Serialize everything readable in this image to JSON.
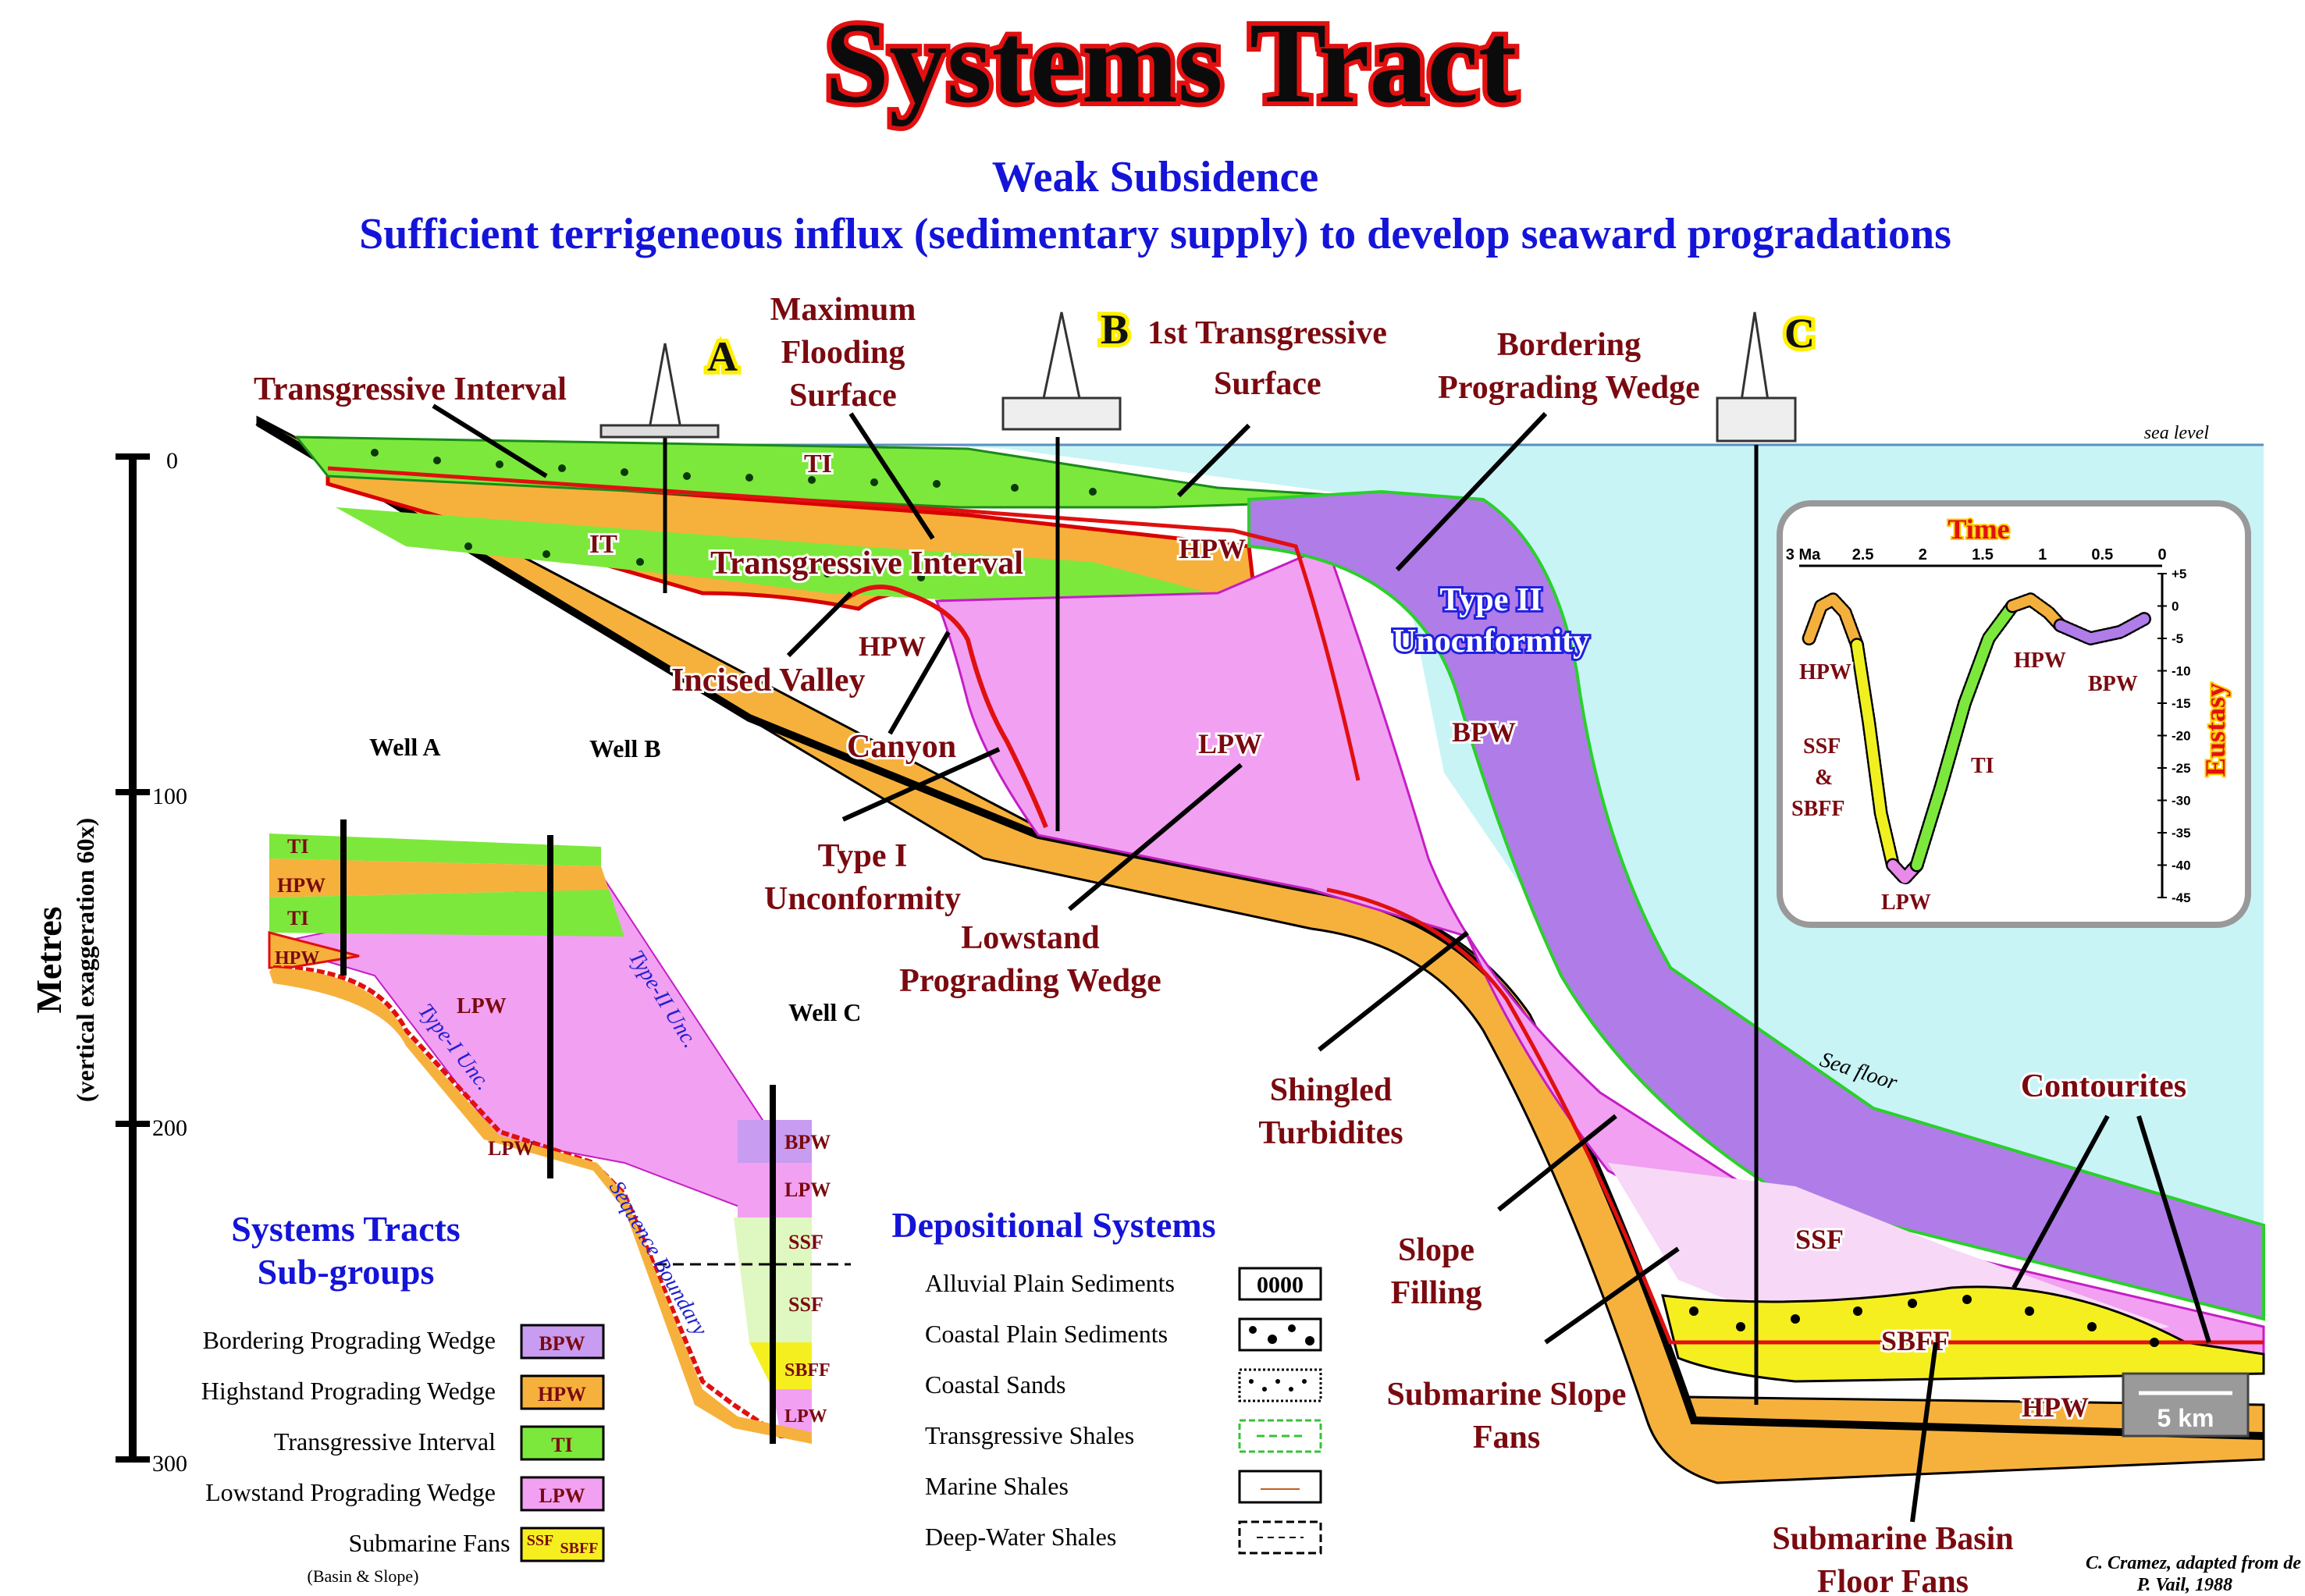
{
  "title": "Systems Tract",
  "subtitle_1": "Weak Subsidence",
  "subtitle_2": "Sufficient terrigeneous influx (sedimentary supply) to develop seaward progradations",
  "wells": {
    "a": "A",
    "b": "B",
    "c": "C"
  },
  "sea_level_label": "sea level",
  "sea_floor_label": "Sea floor",
  "axis": {
    "title": "Metres",
    "subtitle": "(vertical exaggeration  60x)",
    "ticks": [
      "0",
      "100",
      "200",
      "300"
    ]
  },
  "callouts": {
    "transgressive_interval_top": "Transgressive Interval",
    "mfs_1": "Maximum",
    "mfs_2": "Flooding",
    "mfs_3": "Surface",
    "first_ts_1": "1st  Transgressive",
    "first_ts_2": "Surface",
    "bpw_1": "Bordering",
    "bpw_2": "Prograding Wedge",
    "transgressive_interval_mid": "Transgressive Interval",
    "incised_valley": "Incised Valley",
    "canyon": "Canyon",
    "type1_1": "Type I",
    "type1_2": "Unconformity",
    "lpw_1": "Lowstand",
    "lpw_2": "Prograding Wedge",
    "type2_1": "Type II",
    "type2_2": "Unocnformity",
    "shingled_1": "Shingled",
    "shingled_2": "Turbidites",
    "slope_filling_1": "Slope",
    "slope_filling_2": "Filling",
    "ssf_1": "Submarine Slope",
    "ssf_2": "Fans",
    "contourites": "Contourites",
    "sbff_1": "Submarine Basin",
    "sbff_2": "Floor Fans"
  },
  "unit_labels": {
    "ti_top": "TI",
    "it": "IT",
    "hpw_top": "HPW",
    "hpw_mid": "HPW",
    "lpw": "LPW",
    "bpw": "BPW",
    "ssf": "SSF",
    "sbff": "SBFF",
    "hpw_basin": "HPW"
  },
  "scale_bar": "5 km",
  "credit_1": "C. Cramez, adapted from de",
  "credit_2": "P. Vail, 1988",
  "inset_chart": {
    "title": "Time",
    "ylabel": "Eustasy",
    "x_ticks": [
      "3 Ma",
      "2.5",
      "2",
      "1.5",
      "1",
      "0.5",
      "0"
    ],
    "y_ticks": [
      "+5",
      "0",
      "-5",
      "-10",
      "-15",
      "-20",
      "-25",
      "-30",
      "-35",
      "-40",
      "-45"
    ],
    "labels": {
      "hpw_left": "HPW",
      "ssf": "SSF",
      "amp": "&",
      "sbff": "SBFF",
      "lpw": "LPW",
      "ti": "TI",
      "hpw_right": "HPW",
      "bpw": "BPW"
    }
  },
  "chart_data": {
    "type": "line",
    "title": "Time",
    "xlabel": "",
    "ylabel": "Eustasy",
    "xlim": [
      3,
      0
    ],
    "ylim": [
      -45,
      5
    ],
    "series": [
      {
        "name": "HPW",
        "x": [
          2.95,
          2.85,
          2.75,
          2.65,
          2.55
        ],
        "y": [
          -5,
          0,
          1,
          -1,
          -6
        ],
        "color": "#f4b03c"
      },
      {
        "name": "SSF & SBFF",
        "x": [
          2.55,
          2.45,
          2.35,
          2.25
        ],
        "y": [
          -6,
          -18,
          -32,
          -40
        ],
        "color": "#f0f020"
      },
      {
        "name": "LPW",
        "x": [
          2.25,
          2.15,
          2.05
        ],
        "y": [
          -40,
          -42,
          -40
        ],
        "color": "#e88ae8"
      },
      {
        "name": "TI",
        "x": [
          2.05,
          1.85,
          1.65,
          1.45,
          1.25
        ],
        "y": [
          -40,
          -28,
          -15,
          -5,
          0
        ],
        "color": "#7ce83c"
      },
      {
        "name": "HPW",
        "x": [
          1.25,
          1.1,
          0.95,
          0.85
        ],
        "y": [
          0,
          1,
          -1,
          -3
        ],
        "color": "#f4b03c"
      },
      {
        "name": "BPW",
        "x": [
          0.85,
          0.6,
          0.35,
          0.15
        ],
        "y": [
          -3,
          -5,
          -4,
          -2
        ],
        "color": "#b07ce8"
      }
    ]
  },
  "well_section": {
    "well_a": "Well A",
    "well_b": "Well B",
    "well_c": "Well C",
    "type1_unc": "Type-I Unc.",
    "type2_unc": "Type-II Unc.",
    "sequence_boundary": "Sequence Boundary",
    "labels": {
      "ti1": "TI",
      "hpw1": "HPW",
      "ti2": "TI",
      "hpw2": "HPW",
      "lpw_big": "LPW",
      "lpw_small": "LPW",
      "c_bpw": "BPW",
      "c_lpw": "LPW",
      "c_ssf1": "SSF",
      "c_ssf2": "SSF",
      "c_sbff": "SBFF",
      "c_lpw2": "LPW"
    }
  },
  "legend_subgroups": {
    "title_1": "Systems Tracts",
    "title_2": "Sub-groups",
    "items": [
      {
        "label": "Bordering Prograding Wedge",
        "code": "BPW",
        "color": "#c89cf0"
      },
      {
        "label": "Highstand Prograding Wedge",
        "code": "HPW",
        "color": "#f6b13c"
      },
      {
        "label": "Transgressive Interval",
        "code": "TI",
        "color": "#7ce83c"
      },
      {
        "label": "Lowstand Prograding Wedge",
        "code": "LPW",
        "color": "#f2a0f2"
      },
      {
        "label": "Submarine Fans",
        "code": "SSF",
        "code2": "SBFF",
        "color": "#f6ef20"
      }
    ],
    "submarine_note": "(Basin & Slope)"
  },
  "legend_depositional": {
    "title": "Depositional Systems",
    "items": [
      {
        "label": "Alluvial Plain Sediments",
        "symbol": "0000"
      },
      {
        "label": "Coastal Plain Sediments"
      },
      {
        "label": "Coastal Sands"
      },
      {
        "label": "Transgressive Shales"
      },
      {
        "label": "Marine Shales"
      },
      {
        "label": "Deep-Water Shales"
      }
    ]
  }
}
